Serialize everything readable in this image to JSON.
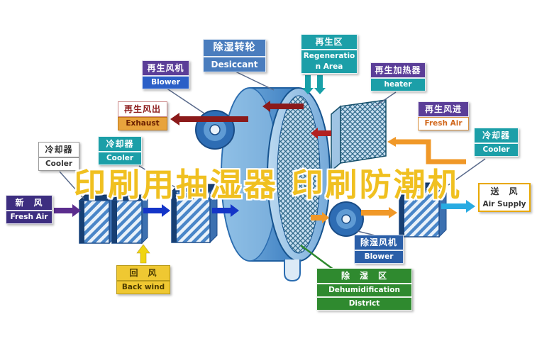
{
  "title": "印刷用抽湿器 印刷防潮机",
  "colors": {
    "teal": "#1C9FA8",
    "purple": "#5B3E98",
    "dark-purple": "#3D2E80",
    "blue": "#2B5FC7",
    "blue-dark": "#2B5FA8",
    "steel-blue": "#4A7DBE",
    "navy": "#1F4E8C",
    "orange": "#E8A33D",
    "yellow": "#EFC832",
    "dark-red": "#8B1A1A",
    "red": "#B22222",
    "green": "#2F8A2F",
    "gold": "#F0C020",
    "cyan": "#29ABE2",
    "arrow-blue": "#1435C8",
    "arrow-purple": "#5B2D8E",
    "arrow-orange": "#F09828",
    "arrow-yellow": "#F0D511",
    "arrow-teal": "#18A0A8"
  },
  "labels": {
    "regen_blower": {
      "cn": "再生风机",
      "en": "Blower"
    },
    "desiccant": {
      "cn": "除湿转轮",
      "en": "Desiccant"
    },
    "regen_area": {
      "cn": "再生区",
      "en": "Regeneration Area"
    },
    "regen_heater": {
      "cn": "再生加热器",
      "en": "heater"
    },
    "exhaust": {
      "cn": "再生风出",
      "en": "Exhaust"
    },
    "cooler_mid": {
      "cn": "冷却器",
      "en": "Cooler"
    },
    "cooler_left": {
      "cn": "冷却器",
      "en": "Cooler"
    },
    "fresh_air_left": {
      "cn": "新　风",
      "en": "Fresh Air"
    },
    "regen_fresh": {
      "cn": "再生风进",
      "en": "Fresh Air"
    },
    "cooler_right": {
      "cn": "冷却器",
      "en": "Cooler"
    },
    "air_supply": {
      "cn": "送　风",
      "en": "Air Supply"
    },
    "back_wind": {
      "cn": "回　风",
      "en": "Back wind"
    },
    "dehumid_blower": {
      "cn": "除湿风机",
      "en": "Blower"
    },
    "dehumid_district": {
      "cn": "除　湿　区",
      "en_line1": "Dehumidification",
      "en_line2": "District"
    }
  }
}
